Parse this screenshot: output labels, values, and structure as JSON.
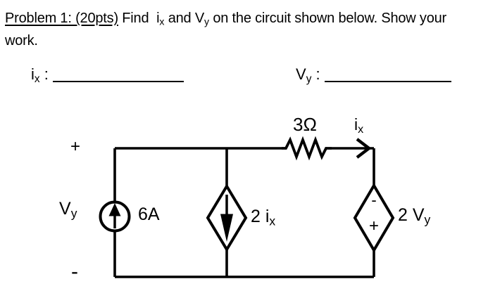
{
  "colors": {
    "ink": "#000000",
    "background": "#ffffff"
  },
  "header": {
    "problem_label": "Problem 1: (20pts)",
    "find_text": " Find  ",
    "ix_base": "i",
    "ix_sub": "x",
    "and_text": " and ",
    "vy_base": "V",
    "vy_sub": "y",
    "rest_text": " on the circuit shown below. Show your",
    "line2": "work."
  },
  "answer_blanks": {
    "ix_base": "i",
    "ix_sub": "x",
    "separator": " : ",
    "vy_base": "V",
    "vy_sub": "y"
  },
  "circuit": {
    "resistor_value": "3Ω",
    "branch_current_base": "i",
    "branch_current_sub": "x",
    "voltage_plus": "+",
    "voltage_minus": "-",
    "voltage_label_base": "V",
    "voltage_label_sub": "y",
    "current_source_value": "6A",
    "dep_current_coeff": "2 ",
    "dep_current_base": "i",
    "dep_current_sub": "x",
    "dep_voltage_coeff": "2 ",
    "dep_voltage_base": "V",
    "dep_voltage_sub": "y",
    "dep_voltage_minus": "-",
    "dep_voltage_plus": "+"
  }
}
